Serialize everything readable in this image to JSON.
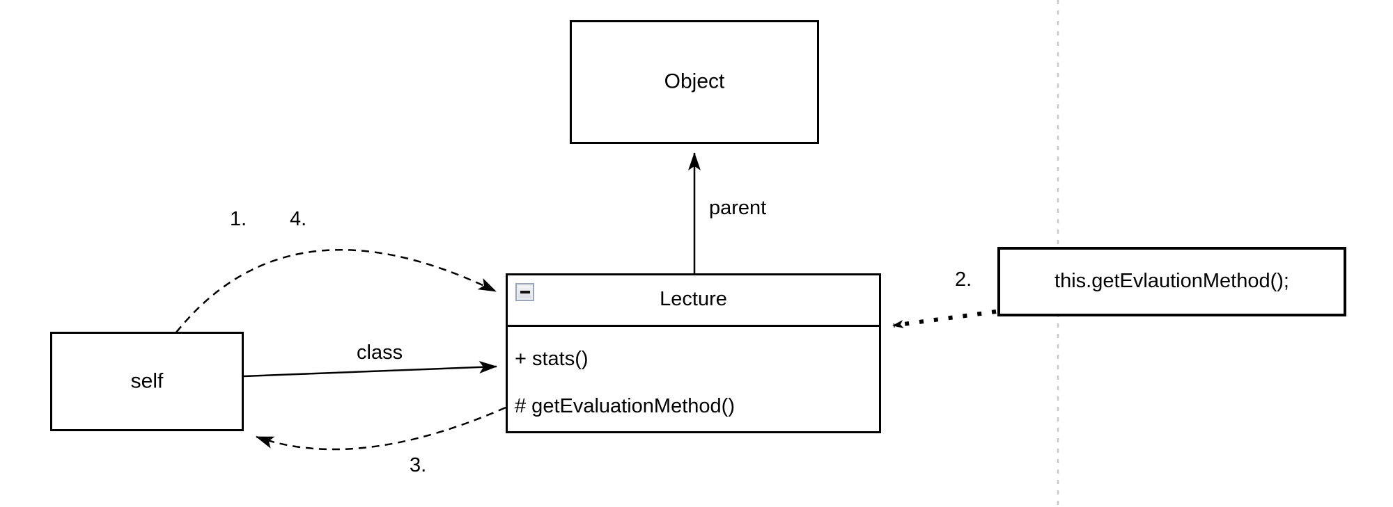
{
  "diagram": {
    "boxes": {
      "object_class": {
        "label": "Object"
      },
      "lecture_class": {
        "title": "Lecture",
        "collapse_icon": "minus-icon",
        "methods": [
          "+ stats()",
          "# getEvaluationMethod()"
        ]
      },
      "self_object": {
        "label": "self"
      },
      "code_snippet": {
        "label": "this.getEvlautionMethod();"
      }
    },
    "edges": {
      "parent_label": "parent",
      "class_label": "class"
    },
    "steps": {
      "step1": "1.",
      "step2": "2.",
      "step3": "3.",
      "step4": "4."
    },
    "colors": {
      "stroke": "#000000",
      "guide_line": "#c9c9c9",
      "collapse_button_border": "#9aa5b8",
      "background": "#ffffff"
    }
  }
}
